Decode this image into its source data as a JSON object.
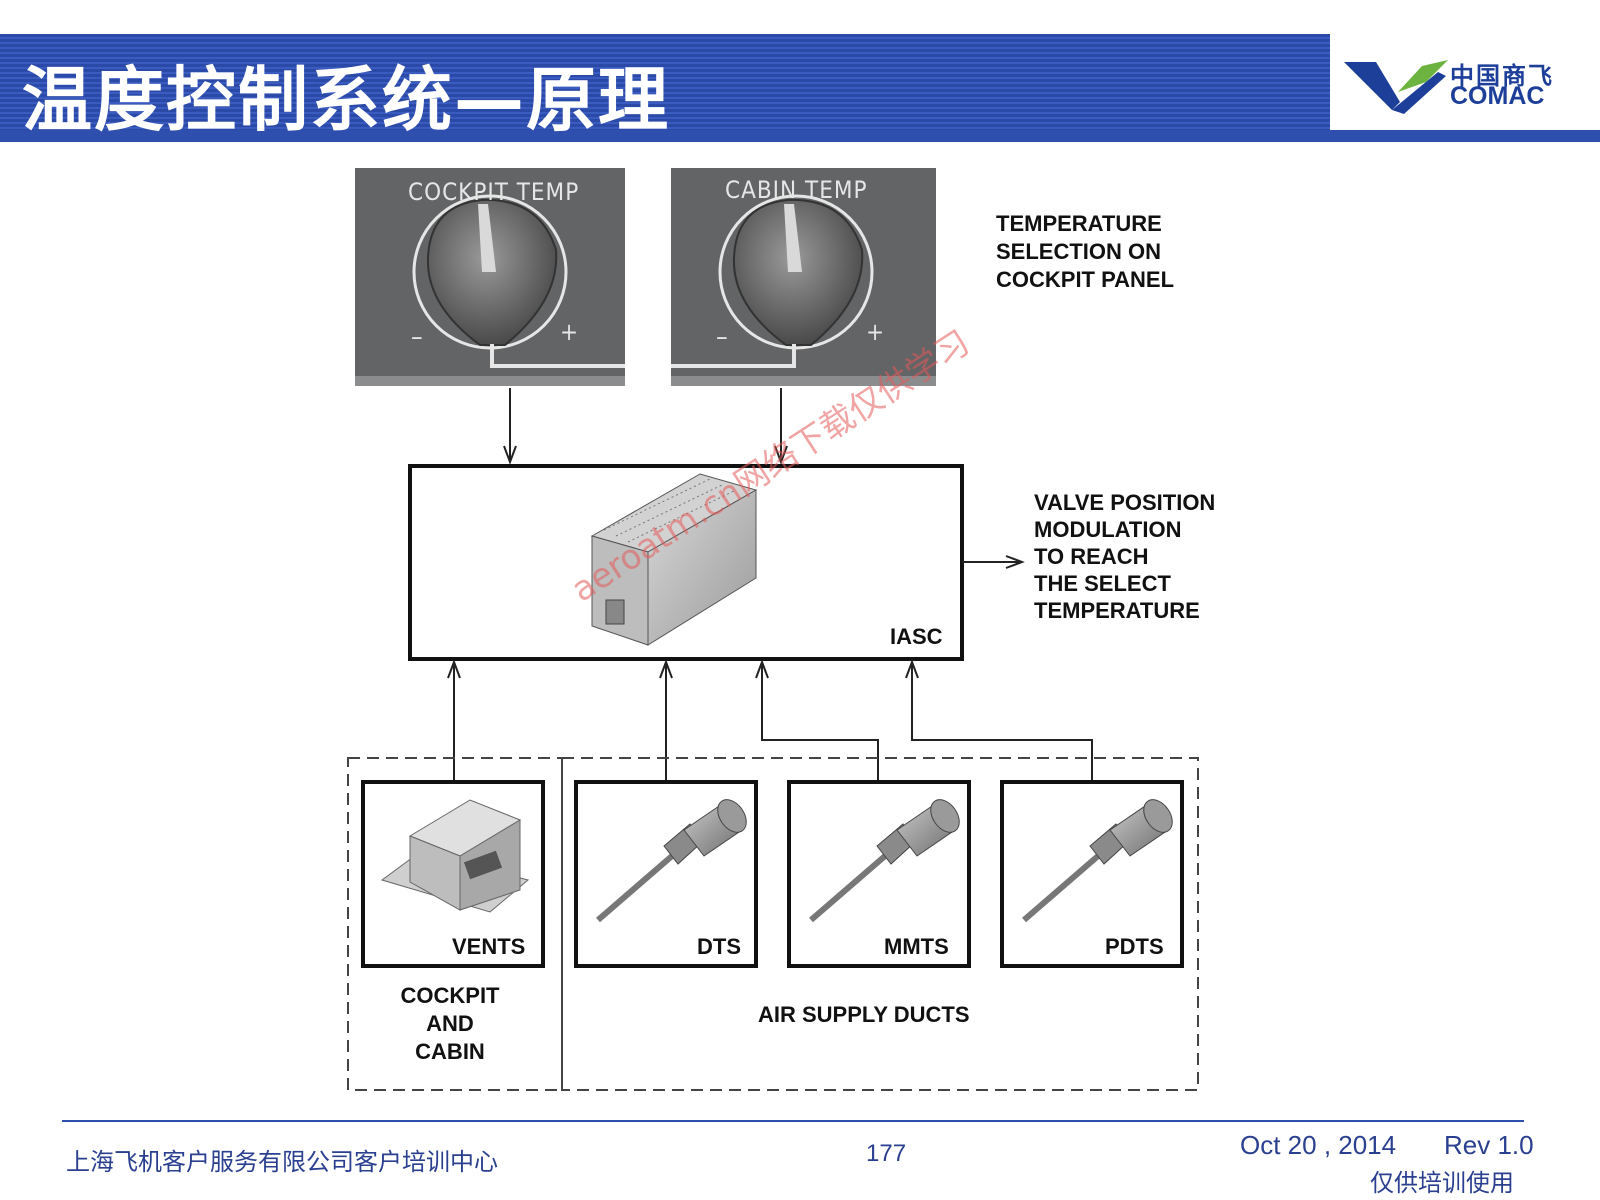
{
  "header": {
    "title": "温度控制系统—原理",
    "logo_cn": "中国商飞",
    "logo_en": "COMAC",
    "band_color": "#2f4fae"
  },
  "diagram": {
    "panels": [
      {
        "label": "COCKPIT TEMP",
        "minus": "–",
        "plus": "+"
      },
      {
        "label": "CABIN TEMP",
        "minus": "–",
        "plus": "+"
      }
    ],
    "panel_note": [
      "TEMPERATURE",
      "SELECTION ON",
      "COCKPIT PANEL"
    ],
    "controller_label": "IASC",
    "output_note": [
      "VALVE POSITION",
      "MODULATION",
      "TO REACH",
      "THE SELECT",
      "TEMPERATURE"
    ],
    "sensors": [
      "VENTS",
      "DTS",
      "MMTS",
      "PDTS"
    ],
    "group_left": [
      "COCKPIT",
      "AND",
      "CABIN"
    ],
    "group_right": "AIR SUPPLY DUCTS"
  },
  "watermark": "aeroatm.cn网络下载仅供学习",
  "footer": {
    "org": "上海飞机客户服务有限公司客户培训中心",
    "page": "177",
    "date": "Oct 20 , 2014",
    "rev": "Rev 1.0",
    "note": "仅供培训使用"
  }
}
